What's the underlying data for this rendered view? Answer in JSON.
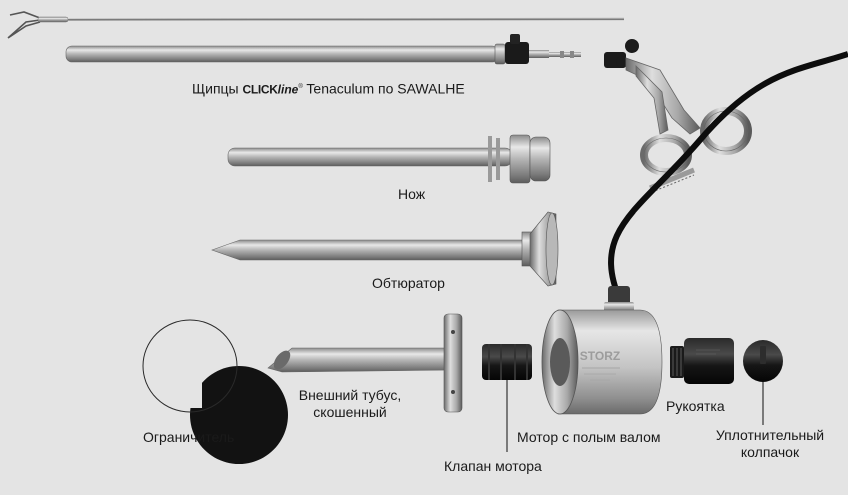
{
  "labels": {
    "forceps_prefix": "Щипцы ",
    "forceps_brand_click": "CLICK",
    "forceps_brand_line": "line",
    "forceps_brand_mark": "®",
    "forceps_suffix": " Tenaculum по SAWALHE",
    "knife": "Нож",
    "obturator": "Обтюратор",
    "outer_sheath_line1": "Внешний тубус,",
    "outer_sheath_line2": "скошенный",
    "limiter": "Ограничитель",
    "motor_valve": "Клапан мотора",
    "hollow_shaft_motor": "Мотор с полым валом",
    "handle": "Рукоятка",
    "sealing_cap_line1": "Уплотнительный",
    "sealing_cap_line2": "колпачок"
  },
  "engravings": {
    "motor_logo": "STORZ"
  },
  "colors": {
    "background": "#e4e4e4",
    "steel_light": "#d9d9d9",
    "steel_dark": "#6e6e6e",
    "black_part": "#141414",
    "cable": "#111111"
  }
}
